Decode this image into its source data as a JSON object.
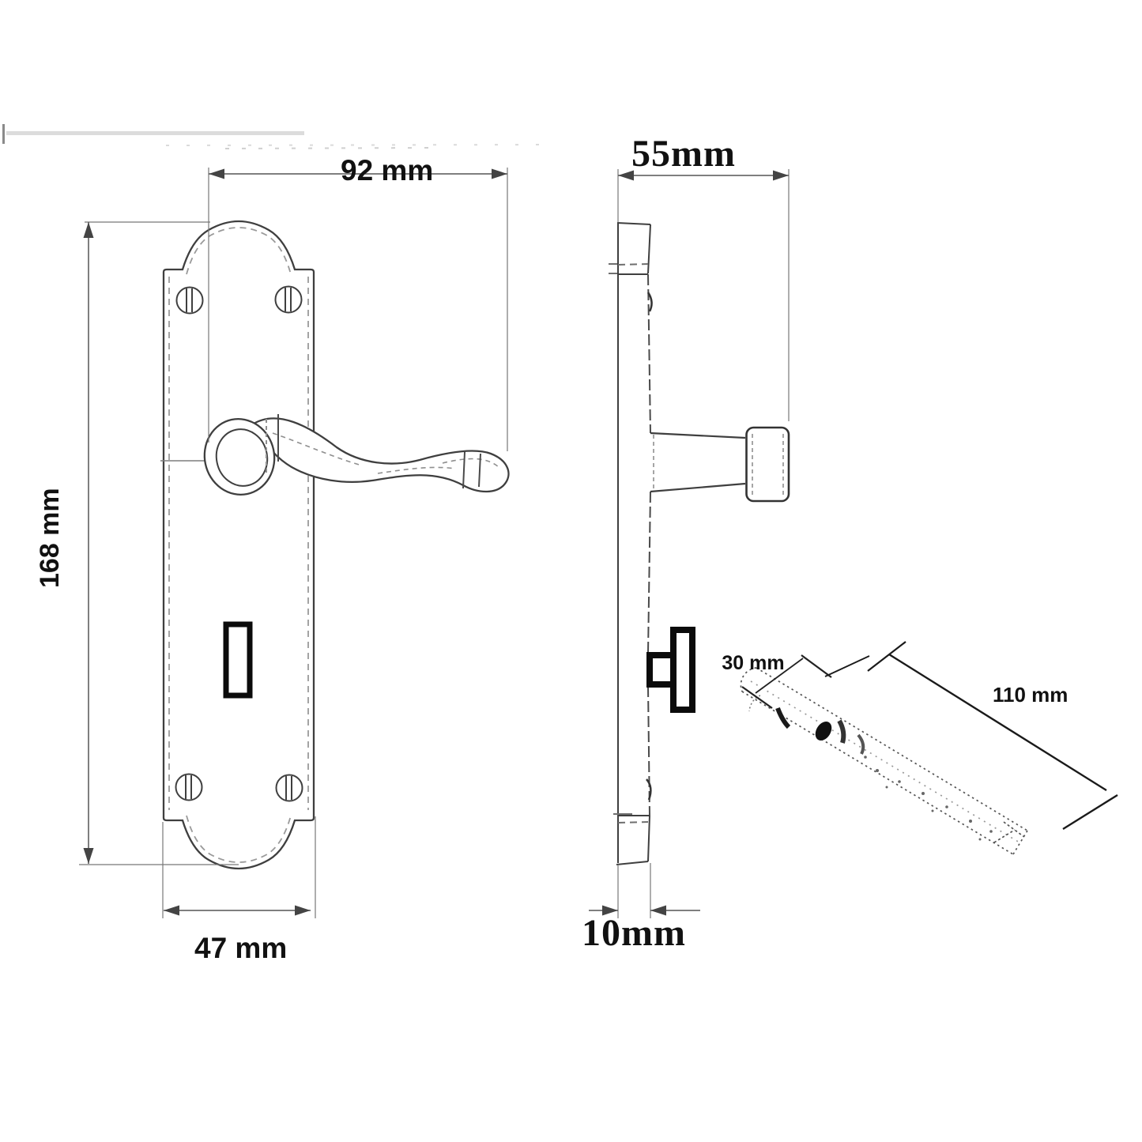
{
  "drawing": {
    "type": "technical-dimension-diagram",
    "subject": "scroll lever door handle on backplate with keyhole, shown in front elevation, side profile and spindle perspective sketch",
    "views": [
      {
        "id": "front",
        "name": "front elevation of lever handle on backplate"
      },
      {
        "id": "side",
        "name": "side profile of backplate with lever and turn key"
      },
      {
        "id": "spindle",
        "name": "perspective sketch of square spindle bar"
      }
    ],
    "labels": {
      "front_width": "92 mm",
      "front_height": "168 mm",
      "front_plate_width": "47 mm",
      "side_depth": "55mm",
      "side_thickness": "10mm",
      "spindle_boss": "30 mm",
      "spindle_length": "110 mm"
    },
    "colors": {
      "outline": "#3f3f3f",
      "dimension_line": "#5a5a5a",
      "extension_line": "#777777",
      "hidden_dash": "#8f8f8f",
      "heavy_black": "#0b0b0b",
      "background": "#ffffff"
    }
  }
}
